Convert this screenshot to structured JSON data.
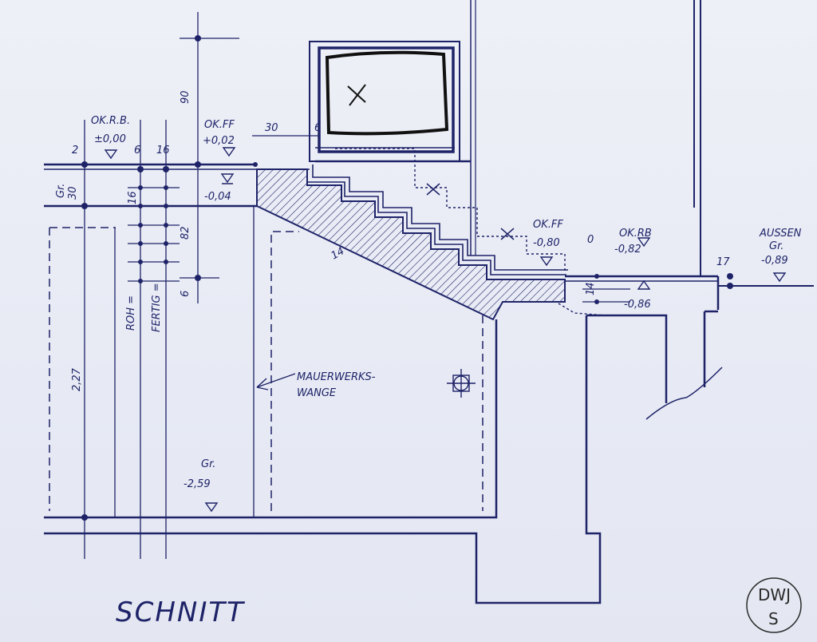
{
  "drawing": {
    "title": "SCHNITT",
    "stamp_line1": "DWJ",
    "stamp_line2": "S"
  },
  "levels": {
    "ok_rb_top_label": "OK.R.B.",
    "ok_rb_top_value": "±0,00",
    "ok_ff_top_label": "OK.FF",
    "ok_ff_top_value": "+0,02",
    "landing_value": "-0,04",
    "ok_ff_mid_label": "OK.FF",
    "ok_ff_mid_value": "-0,80",
    "ok_rb_mid_label": "OK.RB",
    "ok_rb_mid_value": "-0,82",
    "below_value": "-0,86",
    "aussen_label": "AUSSEN",
    "aussen_sub": "Gr.",
    "aussen_value": "-0,89",
    "basement_label": "Gr.",
    "basement_value": "-2,59"
  },
  "dimensions": {
    "d90": "90",
    "d30_top": "30",
    "d6_a": "6",
    "d2": "2",
    "d6_b": "6",
    "d16_a": "16",
    "gr30_label": "Gr.",
    "gr30_value": "30",
    "d82": "82",
    "d6_c": "6",
    "d227": "2,27",
    "d14": "14",
    "d14_right": "14",
    "d0": "0",
    "d17": "17",
    "roh_label": "ROH =",
    "fertig_label": "FERTIG =",
    "riser_16": "16"
  },
  "annotations": {
    "wall_note_line1": "MAUERWERKS-",
    "wall_note_line2": "WANGE"
  },
  "colors": {
    "ink": "#1e2368",
    "paper": "#e9ecf5"
  }
}
